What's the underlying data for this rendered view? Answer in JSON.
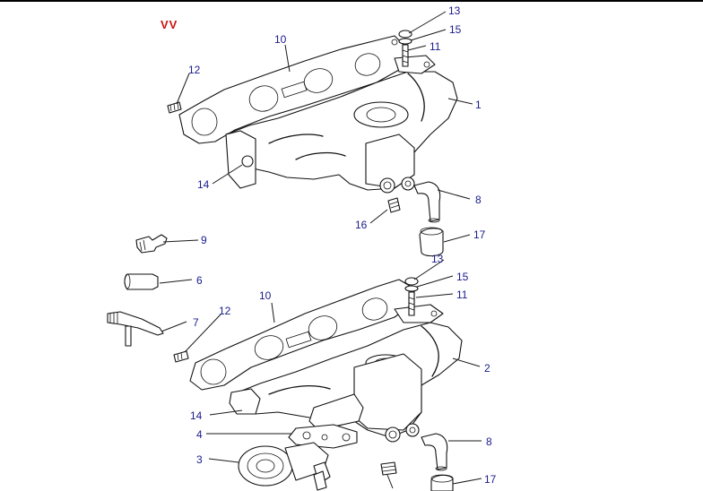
{
  "diagram": {
    "code": "VV",
    "colors": {
      "code": "#cc1111",
      "numbers": "#1a1a8c",
      "lines": "#111111"
    },
    "upper_assembly_numbers": {
      "n13": "13",
      "n15": "15",
      "n11": "11",
      "n10": "10",
      "n12": "12",
      "n1": "1",
      "n14": "14",
      "n8": "8",
      "n16": "16",
      "n17": "17"
    },
    "loose_parts_numbers": {
      "n9": "9",
      "n6": "6",
      "n7": "7"
    },
    "lower_assembly_numbers": {
      "n13": "13",
      "n15": "15",
      "n11": "11",
      "n10": "10",
      "n12": "12",
      "n2": "2",
      "n14": "14",
      "n4": "4",
      "n8": "8",
      "n3": "3",
      "n17": "17"
    }
  }
}
